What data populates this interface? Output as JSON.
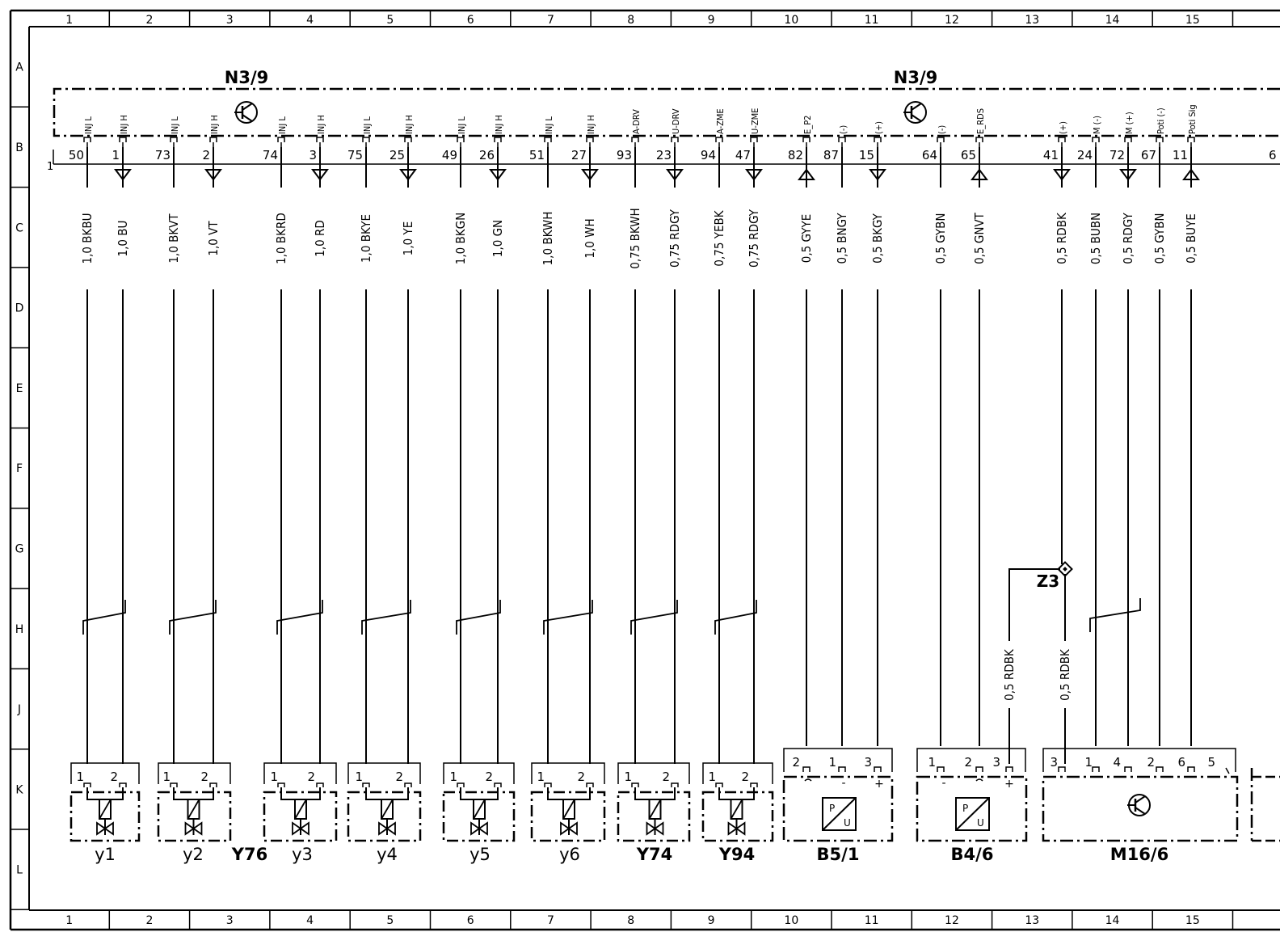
{
  "columns": [
    "1",
    "2",
    "3",
    "4",
    "5",
    "6",
    "7",
    "8",
    "9",
    "10",
    "11",
    "12",
    "13",
    "14",
    "15"
  ],
  "rows": [
    "A",
    "B",
    "C",
    "D",
    "E",
    "F",
    "G",
    "H",
    "J",
    "K",
    "L"
  ],
  "module": {
    "title_left": "N3/9",
    "title_right": "N3/9",
    "side_pin": "1"
  },
  "wires": [
    {
      "pin": "50",
      "sig": "INJ L",
      "label": "1,0 BKBU"
    },
    {
      "pin": "1",
      "sig": "INJ H",
      "label": "1,0 BU"
    },
    {
      "pin": "73",
      "sig": "INJ L",
      "label": "1,0 BKVT"
    },
    {
      "pin": "2",
      "sig": "INJ H",
      "label": "1,0 VT"
    },
    {
      "pin": "74",
      "sig": "INJ L",
      "label": "1,0 BKRD"
    },
    {
      "pin": "3",
      "sig": "INJ H",
      "label": "1,0 RD"
    },
    {
      "pin": "75",
      "sig": "INJ L",
      "label": "1,0 BKYE"
    },
    {
      "pin": "25",
      "sig": "INJ H",
      "label": "1,0 YE"
    },
    {
      "pin": "49",
      "sig": "INJ L",
      "label": "1,0 BKGN"
    },
    {
      "pin": "26",
      "sig": "INJ H",
      "label": "1,0 GN"
    },
    {
      "pin": "51",
      "sig": "INJ L",
      "label": "1,0 BKWH"
    },
    {
      "pin": "27",
      "sig": "INJ H",
      "label": "1,0 WH"
    },
    {
      "pin": "93",
      "sig": "A-DRV",
      "label": "0,75 BKWH"
    },
    {
      "pin": "23",
      "sig": "U-DRV",
      "label": "0,75 RDGY"
    },
    {
      "pin": "94",
      "sig": "A-ZME",
      "label": "0,75 YEBK"
    },
    {
      "pin": "47",
      "sig": "U-ZME",
      "label": "0,75 RDGY"
    },
    {
      "pin": "82",
      "sig": "E_P2",
      "label": "0,5 GYYE"
    },
    {
      "pin": "87",
      "sig": "(-)",
      "label": "0,5 BNGY"
    },
    {
      "pin": "15",
      "sig": "(+)",
      "label": "0,5 BKGY"
    },
    {
      "pin": "64",
      "sig": "(-)",
      "label": "0,5 GYBN"
    },
    {
      "pin": "65",
      "sig": "E_RDS",
      "label": "0,5 GNVT"
    },
    {
      "pin": "41",
      "sig": "(+)",
      "label": "0,5 RDBK"
    },
    {
      "pin": "24",
      "sig": "M (-)",
      "label": "0,5 BUBN"
    },
    {
      "pin": "72",
      "sig": "M (+)",
      "label": "0,5 RDGY"
    },
    {
      "pin": "67",
      "sig": "Poti (-)",
      "label": "0,5 GYBN"
    },
    {
      "pin": "11",
      "sig": "Poti Sig",
      "label": "0,5 BUYE"
    }
  ],
  "partial_pin": "6",
  "splice": {
    "name": "Z3",
    "label_left": "0,5 RDBK",
    "label_right": "0,5 RDBK"
  },
  "components": {
    "y1": "y1",
    "y2": "y2",
    "y76": "Y76",
    "y3": "y3",
    "y4": "y4",
    "y5": "y5",
    "y6": "y6",
    "y74": "Y74",
    "y94": "Y94",
    "b51": "B5/1",
    "b46": "B4/6",
    "m166": "M16/6"
  },
  "conn_pins": {
    "solenoid": [
      "1",
      "2"
    ],
    "b51": [
      "2",
      "1",
      "3"
    ],
    "b46": [
      "1",
      "2",
      "3"
    ],
    "m166": [
      "3",
      "1",
      "4",
      "2",
      "6",
      "5"
    ]
  },
  "symbols": {
    "minus": "-",
    "plus": "+",
    "p": "P",
    "u": "U"
  },
  "icons": [
    "transistor-icon",
    "ground-arrow-icon",
    "solenoid-valve-icon",
    "pressure-sensor-icon",
    "motor-icon",
    "splice-icon"
  ]
}
